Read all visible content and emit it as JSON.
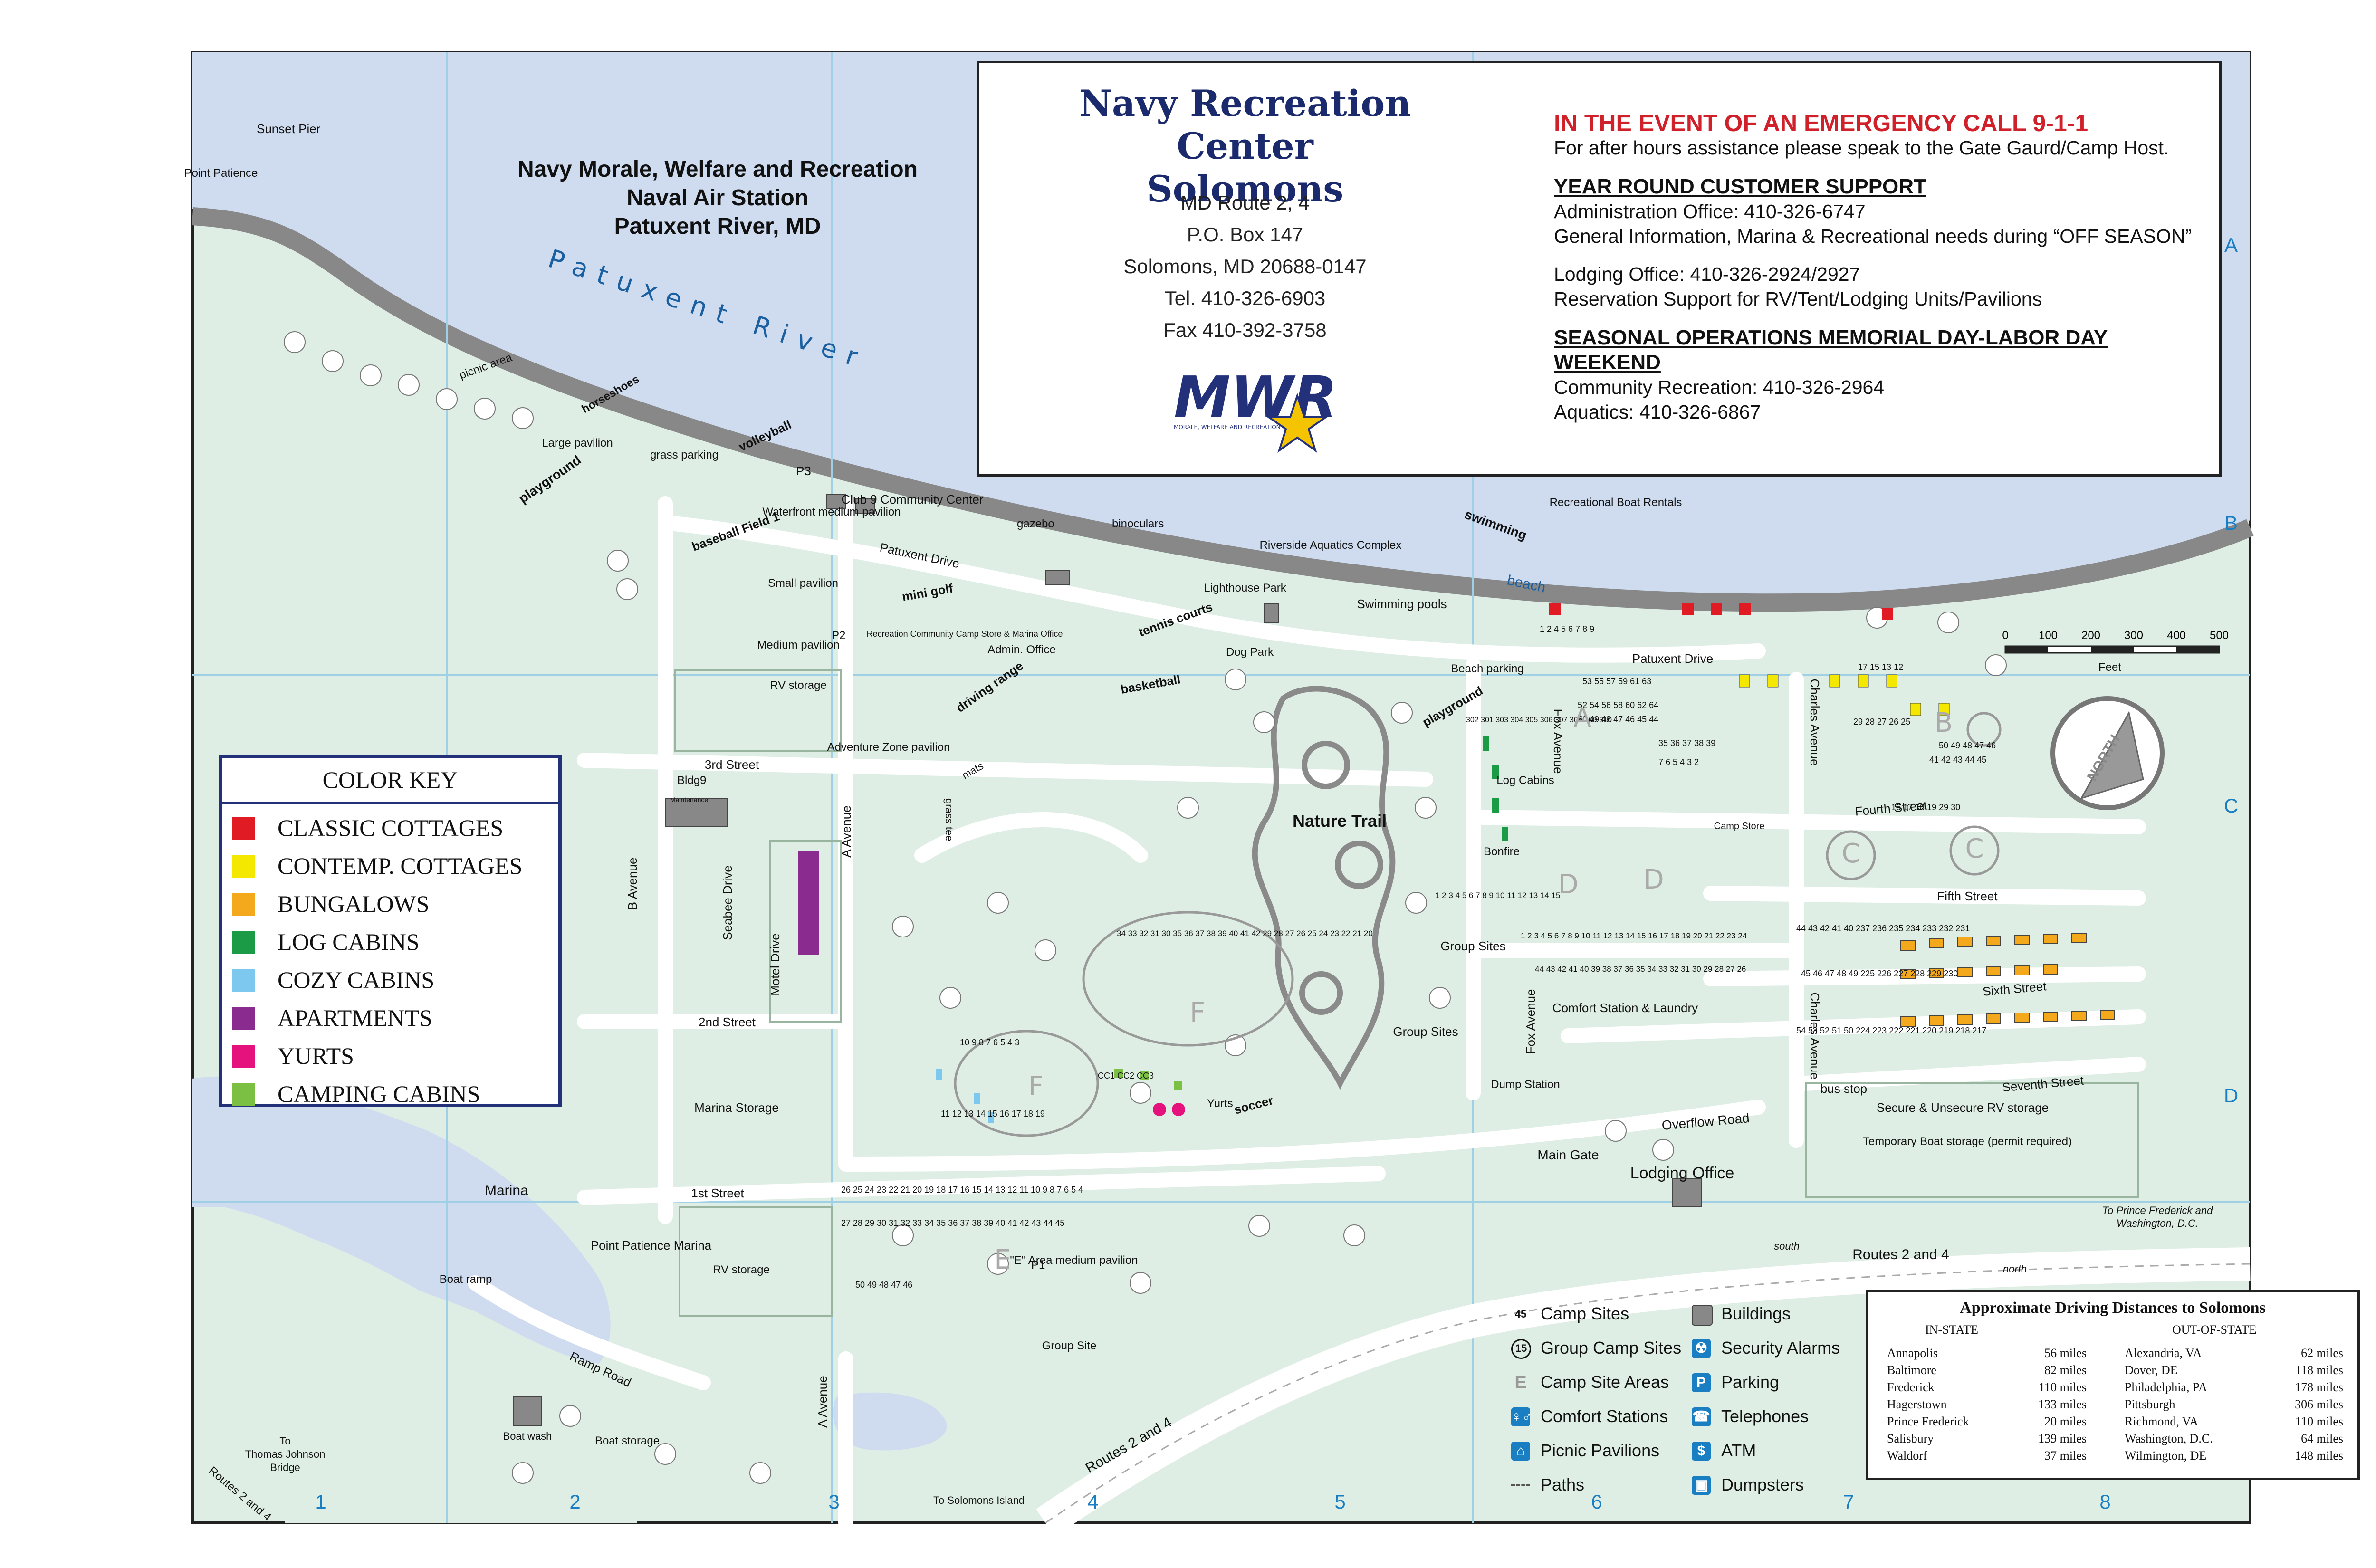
{
  "header": {
    "org_line1": "Navy Morale, Welfare and Recreation",
    "org_line2": "Naval Air Station",
    "org_line3": "Patuxent River, MD"
  },
  "info": {
    "title_line1": "Navy Recreation Center",
    "title_line2": "Solomons",
    "address": [
      "MD Route 2, 4",
      "P.O. Box 147",
      "Solomons, MD 20688-0147",
      "Tel. 410-326-6903",
      "Fax 410-392-3758"
    ],
    "logo_text": "MWR",
    "logo_subtext": "MORALE, WELFARE AND RECREATION",
    "emergency": "IN THE EVENT OF AN EMERGENCY CALL 9-1-1",
    "after_hours": "For after hours assistance please speak to the Gate Gaurd/Camp Host.",
    "year_round_heading": "YEAR ROUND CUSTOMER SUPPORT",
    "admin_office": "Administration Office: 410-326-6747",
    "general_info": "General Information, Marina & Recreational needs during “OFF SEASON”",
    "lodging_office": "Lodging Office: 410-326-2924/2927",
    "reservation": "Reservation Support for RV/Tent/Lodging Units/Pavilions",
    "seasonal_heading": "SEASONAL OPERATIONS  MEMORIAL DAY-LABOR DAY WEEKEND",
    "community_rec": "Community Recreation: 410-326-2964",
    "aquatics": "Aquatics: 410-326-6867"
  },
  "color_key": {
    "title": "COLOR KEY",
    "items": [
      {
        "label": "CLASSIC COTTAGES",
        "color": "#e01b24"
      },
      {
        "label": "CONTEMP. COTTAGES",
        "color": "#f5e800"
      },
      {
        "label": "BUNGALOWS",
        "color": "#f4a81c"
      },
      {
        "label": "LOG CABINS",
        "color": "#1b9b45"
      },
      {
        "label": "COZY CABINS",
        "color": "#7cc8ef"
      },
      {
        "label": "APARTMENTS",
        "color": "#8a2b90"
      },
      {
        "label": "YURTS",
        "color": "#e5127d"
      },
      {
        "label": "CAMPING CABINS",
        "color": "#7cc043"
      }
    ]
  },
  "legend": {
    "items": [
      {
        "label": "Camp Sites",
        "icon": "camp-site-number-icon",
        "glyph": "45"
      },
      {
        "label": "Group Camp Sites",
        "icon": "group-camp-site-icon",
        "glyph": "15"
      },
      {
        "label": "Camp Site Areas",
        "icon": "camp-area-letter-icon",
        "glyph": "E"
      },
      {
        "label": "Comfort Stations",
        "icon": "comfort-station-icon",
        "glyph": "♀♂"
      },
      {
        "label": "Picnic Pavilions",
        "icon": "picnic-pavilion-icon",
        "glyph": "⌂"
      },
      {
        "label": "Paths",
        "icon": "path-dashed-icon",
        "glyph": ""
      },
      {
        "label": "Buildings",
        "icon": "building-icon",
        "glyph": ""
      },
      {
        "label": "Security Alarms",
        "icon": "security-alarm-icon",
        "glyph": "☢"
      },
      {
        "label": "Parking",
        "icon": "parking-icon",
        "glyph": "P"
      },
      {
        "label": "Telephones",
        "icon": "telephone-icon",
        "glyph": "☎"
      },
      {
        "label": "ATM",
        "icon": "atm-icon",
        "glyph": "$"
      },
      {
        "label": "Dumpsters",
        "icon": "dumpster-icon",
        "glyph": "▣"
      }
    ],
    "icon_color": "#1a7ec2"
  },
  "distances": {
    "title": "Approximate Driving Distances to Solomons",
    "in_state_heading": "IN-STATE",
    "out_state_heading": "OUT-OF-STATE",
    "in_state": [
      {
        "city": "Annapolis",
        "miles": "56 miles"
      },
      {
        "city": "Baltimore",
        "miles": "82 miles"
      },
      {
        "city": "Frederick",
        "miles": "110 miles"
      },
      {
        "city": "Hagerstown",
        "miles": "133 miles"
      },
      {
        "city": "Prince Frederick",
        "miles": "20 miles"
      },
      {
        "city": "Salisbury",
        "miles": "139 miles"
      },
      {
        "city": "Waldorf",
        "miles": "37 miles"
      }
    ],
    "out_state": [
      {
        "city": "Alexandria, VA",
        "miles": "62 miles"
      },
      {
        "city": "Dover, DE",
        "miles": "118 miles"
      },
      {
        "city": "Philadelphia, PA",
        "miles": "178 miles"
      },
      {
        "city": "Pittsburgh",
        "miles": "306 miles"
      },
      {
        "city": "Richmond, VA",
        "miles": "110 miles"
      },
      {
        "city": "Washington, D.C.",
        "miles": "64 miles"
      },
      {
        "city": "Wilmington, DE",
        "miles": "148 miles"
      }
    ]
  },
  "scale": {
    "ticks": [
      "0",
      "100",
      "200",
      "300",
      "400",
      "500"
    ],
    "unit": "Feet"
  },
  "north_label": "NORTH",
  "grid": {
    "columns": [
      "1",
      "2",
      "3",
      "4",
      "5",
      "6",
      "7",
      "8"
    ],
    "rows": [
      "A",
      "B",
      "C",
      "D",
      "E"
    ]
  },
  "water_labels": {
    "river": "Patuxent River",
    "beach": "beach",
    "marina": "Marina"
  },
  "roads": {
    "patuxent_drive_w": "Patuxent Drive",
    "patuxent_drive_e": "Patuxent Drive",
    "third_street": "3rd Street",
    "second_street": "2nd Street",
    "first_street": "1st Street",
    "b_avenue": "B Avenue",
    "a_avenue": "A Avenue",
    "a_avenue_s": "A Avenue",
    "seabee_drive": "Seabee Drive",
    "motel_drive": "Motel Drive",
    "fox_avenue_n": "Fox Avenue",
    "fox_avenue_s": "Fox Avenue",
    "charles_avenue_n": "Charles Avenue",
    "charles_avenue_s": "Charles Avenue",
    "fourth_street": "Fourth Street",
    "fifth_street": "Fifth Street",
    "sixth_street": "Sixth Street",
    "seventh_street": "Seventh Street",
    "overflow_road": "Overflow Road",
    "ramp_road": "Ramp Road",
    "routes_2_4_e": "Routes 2 and 4",
    "routes_2_4_sw": "Routes 2 and 4",
    "routes_2_4_corner": "Routes 2 and 4",
    "south_label": "south",
    "north_label": "north",
    "to_solomons": "To Solomons Island",
    "to_prince_frederick_1": "To Prince Frederick and",
    "to_prince_frederick_2": "Washington, D.C.",
    "to_tj_bridge_1": "To",
    "to_tj_bridge_2": "Thomas Johnson",
    "to_tj_bridge_3": "Bridge",
    "point_patience": "Point Patience"
  },
  "places": {
    "sunset_pier": "Sunset Pier",
    "picnic_area": "picnic area",
    "horseshoes": "horseshoes",
    "large_pavilion": "Large pavilion",
    "playground_w": "playground",
    "grass_parking": "grass parking",
    "volleyball": "volleyball",
    "p3": "P3",
    "waterfront_pavilion": "Waterfront medium pavilion",
    "club9": "Club 9 Community Center",
    "gazebo": "gazebo",
    "binoculars": "binoculars",
    "riverside": "Riverside Aquatics Complex",
    "swimming": "swimming",
    "boat_rentals": "Recreational Boat Rentals",
    "baseball": "baseball Field 1",
    "small_pavilion": "Small pavilion",
    "mini_golf": "mini golf",
    "lighthouse": "Lighthouse Park",
    "swimming_pools": "Swimming pools",
    "rec_store": "Recreation Community Camp Store & Marina Office",
    "admin_office": "Admin. Office",
    "tennis": "tennis courts",
    "dog_park": "Dog Park",
    "beach_parking": "Beach parking",
    "medium_pavilion": "Medium pavilion",
    "p2": "P2",
    "rv_storage_n": "RV storage",
    "basketball": "basketball",
    "driving_range": "driving range",
    "adventure_zone": "Adventure Zone pavilion",
    "bldg9": "Bldg9",
    "maintenance": "Maintenance",
    "mats": "mats",
    "grass_tee": "grass tee",
    "nature_trail": "Nature Trail",
    "playground_e": "playground",
    "log_cabins": "Log Cabins",
    "bonfire": "Bonfire",
    "camp_store": "Camp Store",
    "group_sites_n": "Group Sites",
    "group_sites_s": "Group Sites",
    "comfort_station": "Comfort Station & Laundry",
    "dump_station": "Dump Station",
    "yurts": "Yurts",
    "soccer": "soccer",
    "marina_storage": "Marina Storage",
    "bus_stop": "bus stop",
    "secure_storage": "Secure & Unsecure RV storage",
    "boat_storage_temp": "Temporary Boat storage (permit required)",
    "main_gate": "Main Gate",
    "lodging_office": "Lodging Office",
    "pp_marina": "Point Patience Marina",
    "rv_storage_s": "RV storage",
    "boat_ramp": "Boat ramp",
    "e_pavilion": "\"E\" Area medium pavilion",
    "p1": "P1",
    "group_site": "Group Site",
    "boat_wash": "Boat wash",
    "boat_storage_s": "Boat storage"
  },
  "area_letters": [
    "A",
    "B",
    "C",
    "C",
    "D",
    "D",
    "E",
    "F",
    "F"
  ],
  "site_numbers": {
    "area_a_row1": "53 55 57 59 61 63",
    "area_a_row2": "52 54 56 58 60 62 64",
    "area_a_row3": "50 49 48 47 46 45 44",
    "area_a_row4": "35 36 37 38 39",
    "area_a_row5": "7 6 5 4 3 2",
    "area_b_row1": "17 15 13 12",
    "area_b_row2": "29 28 27 26 25",
    "area_b_row3": "50 49 48 47 46",
    "area_b_row4": "41 42 43 44 45",
    "area_c_row1": "16 17 18 19 29 30",
    "area_d_row1": "1 2 3 4 5 6 7 8 9 10 11 12 13 14 15 16 17 18 19 20 21 22 23 24",
    "area_d_row2": "44 43 42 41 40 39 38 37 36 35 34 33 32 31 30 29 28 27 26",
    "fifth_row": "44 43 42 41 40 237 236 235 234 233 232 231",
    "sixth_row": "45 46 47 48 49 225 226 227 228 229 230",
    "seventh_row": "54 53 52 51 50 224 223 222 221 220 219 218 217",
    "area_e_row1": "26 25 24 23 22 21 20 19 18 17 16 15 14 13 12 11 10 9 8 7 6 5 4",
    "area_e_row2": "27 28 29 30 31 32 33 34 35 36 37 38 39 40 41 42 43 44 45",
    "area_e_row3": "50 49 48 47 46",
    "area_f_row1": "10 9 8 7 6 5 4 3",
    "area_f_row2": "11 12 13 14 15 16 17 18 19",
    "area_f_loop": "34 33 32 31 30 35 36 37 38 39 40 41 42 29 28 27 26 25 24 23 22 21 20",
    "cabins_cc": "CC1 CC2 CC3",
    "log_cabins": "302 301 303 304 305 306 307 308 309 310",
    "classic_nums": "1 2 4 5 6 7 8 9",
    "group_site_nums": "1 2 3 4 5 6 7 8 9 10 11 12 13 14 15"
  }
}
